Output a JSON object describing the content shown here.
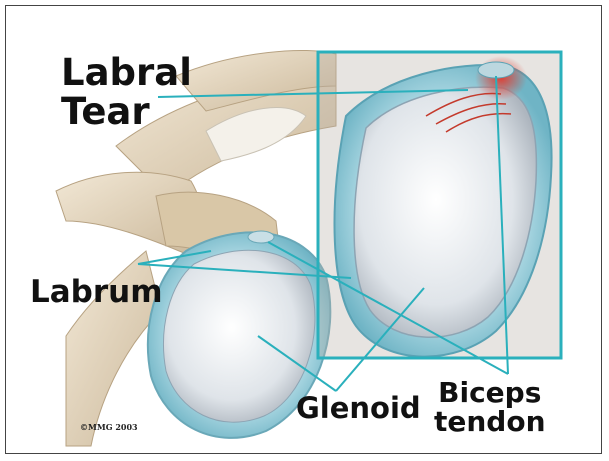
{
  "labels": {
    "labral_tear": "Labral\nTear",
    "labrum": "Labrum",
    "glenoid": "Glenoid",
    "biceps_tendon": "Biceps\ntendon"
  },
  "copyright": "©MMG 2003",
  "colors": {
    "leader_line": "#2ab0bc",
    "bone": "#e6d8c0",
    "labrum": "#9fd2df",
    "glenoid_surface": "#dfe5ea",
    "tear": "#e23a2e"
  }
}
